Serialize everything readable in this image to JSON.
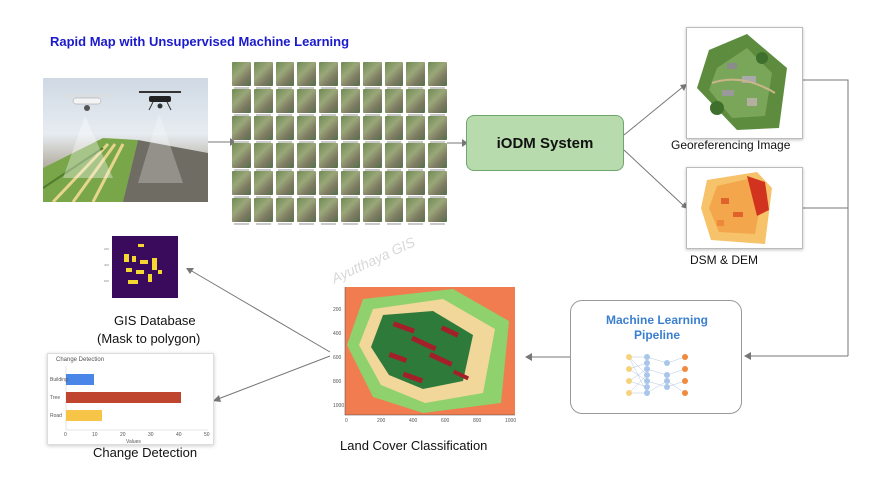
{
  "title": "Rapid Map with Unsupervised Machine Learning",
  "iodm": {
    "label": "iODM System"
  },
  "georef": {
    "label": "Georeferencing Image"
  },
  "dsm": {
    "label": "DSM & DEM"
  },
  "ml": {
    "title_line1": "Machine Learning",
    "title_line2": "Pipeline"
  },
  "watermark": "Ayutthaya GIS",
  "landcover": {
    "label": "Land Cover Classification",
    "y_ticks": [
      "200",
      "400",
      "600",
      "800",
      "1000"
    ],
    "x_ticks": [
      "0",
      "200",
      "400",
      "600",
      "800",
      "1000"
    ],
    "colors": {
      "background": "#f07c4f",
      "grass": "#8fd16c",
      "sand": "#f2d79a",
      "tree": "#2d7a3a",
      "building": "#a51f2a"
    }
  },
  "gis": {
    "label_line1": "GIS Database",
    "label_line2": "(Mask to polygon)"
  },
  "change": {
    "label": "Change Detection",
    "chart_title": "Change Detection",
    "categories": [
      "Building",
      "Tree",
      "Road"
    ],
    "colors": [
      "#4a86e8",
      "#c0452e",
      "#f6c547"
    ],
    "xlabel": "Values",
    "x_ticks": [
      "0",
      "10",
      "20",
      "30",
      "40",
      "50"
    ]
  },
  "colors": {
    "title": "#1a1acc",
    "iodm_fill": "#b7dbad",
    "ml_title": "#3a7fd0",
    "arrow": "#777777"
  }
}
